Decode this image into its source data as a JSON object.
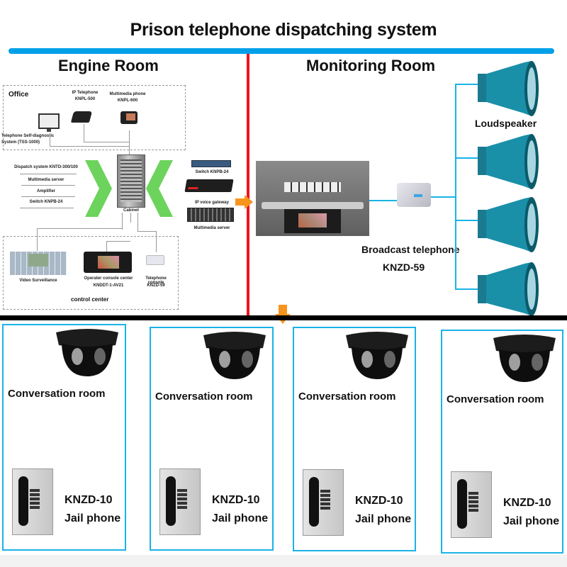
{
  "title": "Prison telephone dispatching system",
  "colors": {
    "accent_blue": "#00a0e9",
    "divider_red": "#f0141e",
    "arrow_orange": "#f7941d",
    "chevron_green": "#6cd35c",
    "room_border": "#1ab3e6"
  },
  "engine_room": {
    "title": "Engine Room",
    "office": {
      "label": "Office",
      "ip_telephone": {
        "name": "IP Telephone",
        "model": "KNPL-500"
      },
      "multimedia_phone": {
        "name": "Multimedia phone",
        "model": "KNPL-600"
      },
      "self_diag": {
        "line1": "Telephone Self-diagnostic",
        "line2": "System (TSS-1000)"
      }
    },
    "cabinet_list": [
      "Dispatch system KNTD-300/100",
      "Multimedia server",
      "Amplifier",
      "Switch KNPB-24"
    ],
    "cabinet_label": "Cabinet",
    "right_devices": [
      {
        "label": "Switch KNPB-24"
      },
      {
        "label": "IP voice gateway"
      },
      {
        "label": "Multimedia server"
      }
    ],
    "control_center": {
      "label": "control center",
      "video": {
        "name": "Video Surveillance"
      },
      "operator": {
        "name": "Operater console center",
        "model": "KNDDT-1-AV21"
      },
      "console": {
        "name": "Telephone console",
        "model": "KNZD-59"
      }
    }
  },
  "monitoring_room": {
    "title": "Monitoring Room",
    "broadcast": {
      "name": "Broadcast telephone",
      "model": "KNZD-59"
    },
    "loudspeaker_label": "Loudspeaker",
    "loudspeaker_count": 4
  },
  "rooms": [
    {
      "label": "Conversation room",
      "model": "KNZD-10",
      "type": "Jail phone"
    },
    {
      "label": "Conversation room",
      "model": "KNZD-10",
      "type": "Jail phone"
    },
    {
      "label": "Conversation room",
      "model": "KNZD-10",
      "type": "Jail phone"
    },
    {
      "label": "Conversation room",
      "model": "KNZD-10",
      "type": "Jail phone"
    }
  ]
}
